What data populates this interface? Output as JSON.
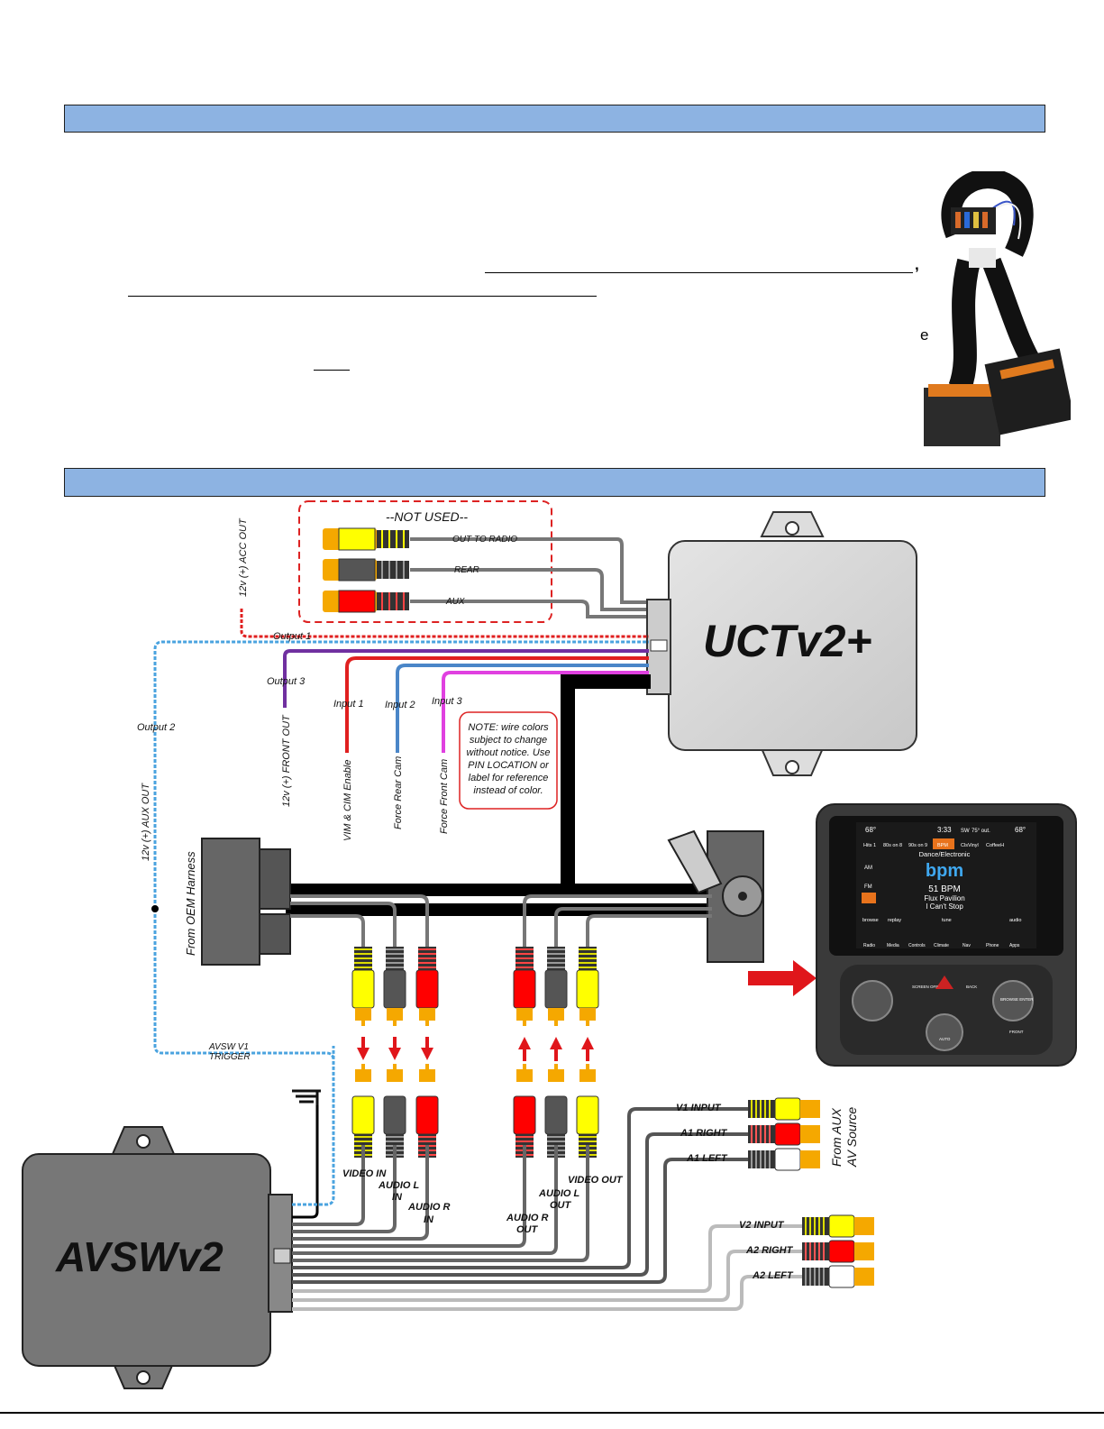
{
  "page": {
    "stray_comma": ",",
    "stray_e": "e"
  },
  "not_used_box": {
    "title": "--NOT USED--",
    "labels": [
      "OUT TO RADIO",
      "REAR",
      "AUX"
    ]
  },
  "uct": {
    "name": "UCTv2+"
  },
  "avsw": {
    "name": "AVSWv2"
  },
  "wires": {
    "acc_out": "12v (+) ACC OUT",
    "output1": "Output 1",
    "output2": "Output 2",
    "output3": "Output 3",
    "front_out": "12v (+) FRONT OUT",
    "aux_out": "12v (+) AUX OUT",
    "input1": "Input 1",
    "input2": "Input 2",
    "input3": "Input 3",
    "vim": "VIM & CIM Enable",
    "rear_cam": "Force Rear Cam",
    "front_cam": "Force Front Cam",
    "trigger1": "AVSW V1",
    "trigger2": "TRIGGER",
    "from_oem": "From OEM Harness"
  },
  "note": {
    "lines": [
      "NOTE: wire colors",
      "subject to change",
      "without notice. Use",
      "PIN LOCATION or",
      "label for reference",
      "instead of color."
    ]
  },
  "avsw_ports": {
    "video_in": "VIDEO IN",
    "audio_l_in_1": "AUDIO L",
    "audio_l_in_2": "IN",
    "audio_r_in_1": "AUDIO R",
    "audio_r_in_2": "IN",
    "audio_r_out_1": "AUDIO R",
    "audio_r_out_2": "OUT",
    "audio_l_out_1": "AUDIO L",
    "audio_l_out_2": "OUT",
    "video_out": "VIDEO OUT"
  },
  "aux_inputs": {
    "v1": "V1 INPUT",
    "a1r": "A1 RIGHT",
    "a1l": "A1 LEFT",
    "v2": "V2 INPUT",
    "a2r": "A2 RIGHT",
    "a2l": "A2 LEFT",
    "from_aux_1": "From AUX",
    "from_aux_2": "AV Source"
  },
  "radio": {
    "temp_left": "68°",
    "time": "3:33",
    "heading": "SW",
    "outside": "75° out.",
    "temp_right": "68°",
    "presets": [
      "Hits 1",
      "80s on 8",
      "90s on 9",
      "BPM",
      "ClsVinyl",
      "CoffeeH"
    ],
    "genre": "Dance/Electronic",
    "logo": "bpm",
    "station": "51 BPM",
    "artist": "Flux Pavilion",
    "song": "I Can't Stop",
    "left_buttons": [
      "AM",
      "FM"
    ],
    "bottom_controls": [
      "browse",
      "replay",
      "tune",
      "audio"
    ],
    "apps": [
      "Radio",
      "Media",
      "Controls",
      "Climate",
      "Nav",
      "Phone",
      "Apps"
    ],
    "hw_buttons": [
      "SCREEN OFF",
      "BACK",
      "BROWSE ENTER",
      "AUTO",
      "FRONT"
    ]
  },
  "colors": {
    "band": "#8db3e2",
    "rca_yellow": "#ffff00",
    "rca_red": "#ff0000",
    "rca_gray": "#555555",
    "wire_gray": "#777777",
    "arrow_red": "#e0161b"
  }
}
